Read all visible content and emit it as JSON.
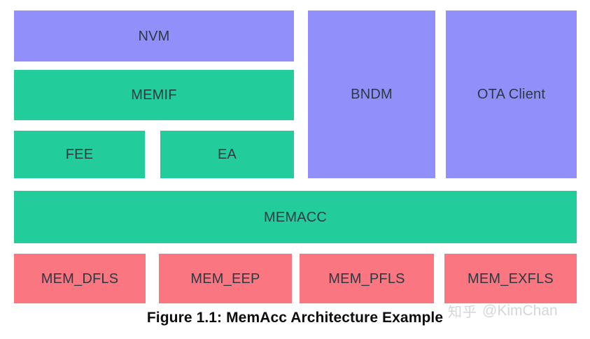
{
  "figure": {
    "caption": "Figure 1.1: MemAcc Architecture Example",
    "colors": {
      "purple": "#918ff9",
      "green": "#23cd9b",
      "pink": "#fa7681",
      "text": "#2b3a42",
      "caption_text": "#0d0d0d",
      "watermark_text": "#d6d6d6",
      "background": "#ffffff"
    },
    "blocks": {
      "nvm": "NVM",
      "memif": "MEMIF",
      "fee": "FEE",
      "ea": "EA",
      "bndm": "BNDM",
      "ota_client": "OTA Client",
      "memacc": "MEMACC",
      "mem_dfls": "MEM_DFLS",
      "mem_eep": "MEM_EEP",
      "mem_pfls": "MEM_PFLS",
      "mem_exfls": "MEM_EXFLS"
    }
  },
  "watermark": {
    "logo": "知乎",
    "handle": "@KimChan"
  }
}
